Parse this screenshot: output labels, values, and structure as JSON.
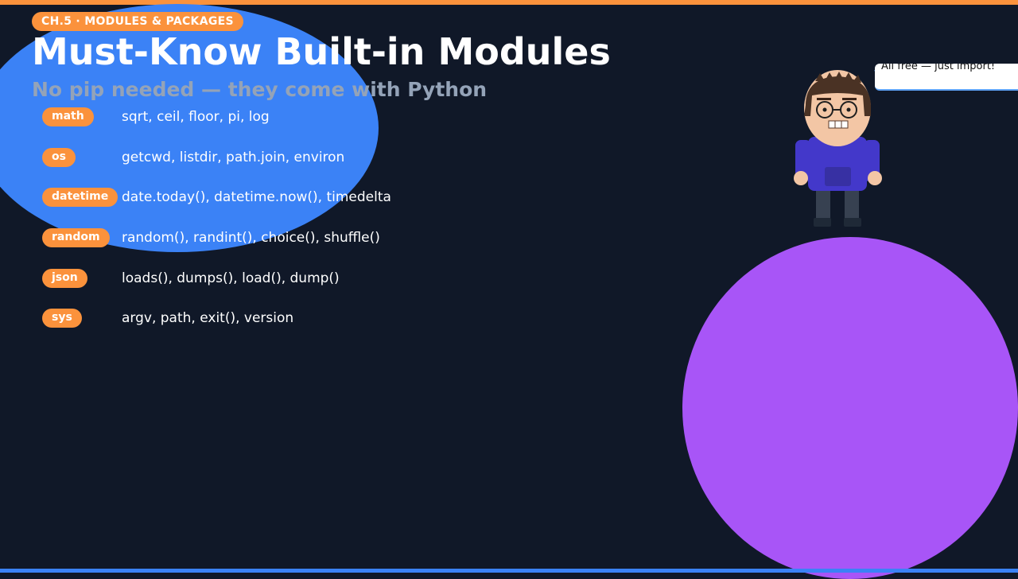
{
  "colors": {
    "background": "#101828",
    "accent_orange": "#fb923c",
    "accent_blue": "#3b82f6",
    "accent_purple": "#a855f7",
    "subtitle_gray": "#94a3b8"
  },
  "header": {
    "chapter": "CH.5 · MODULES & PACKAGES",
    "title": "Must-Know Built-in Modules",
    "subtitle": "No pip needed — they come with Python"
  },
  "modules": [
    {
      "name": "math",
      "items": "sqrt, ceil, floor, pi, log"
    },
    {
      "name": "os",
      "items": "getcwd, listdir, path.join, environ"
    },
    {
      "name": "datetime",
      "items": "date.today(), datetime.now(), timedelta"
    },
    {
      "name": "random",
      "items": "random(), randint(), choice(), shuffle()"
    },
    {
      "name": "json",
      "items": "loads(), dumps(), load(), dump()"
    },
    {
      "name": "sys",
      "items": "argv, path, exit(), version"
    }
  ],
  "mascot": {
    "speech": "All free — just import!",
    "icon": "nerdy-boy-character"
  }
}
